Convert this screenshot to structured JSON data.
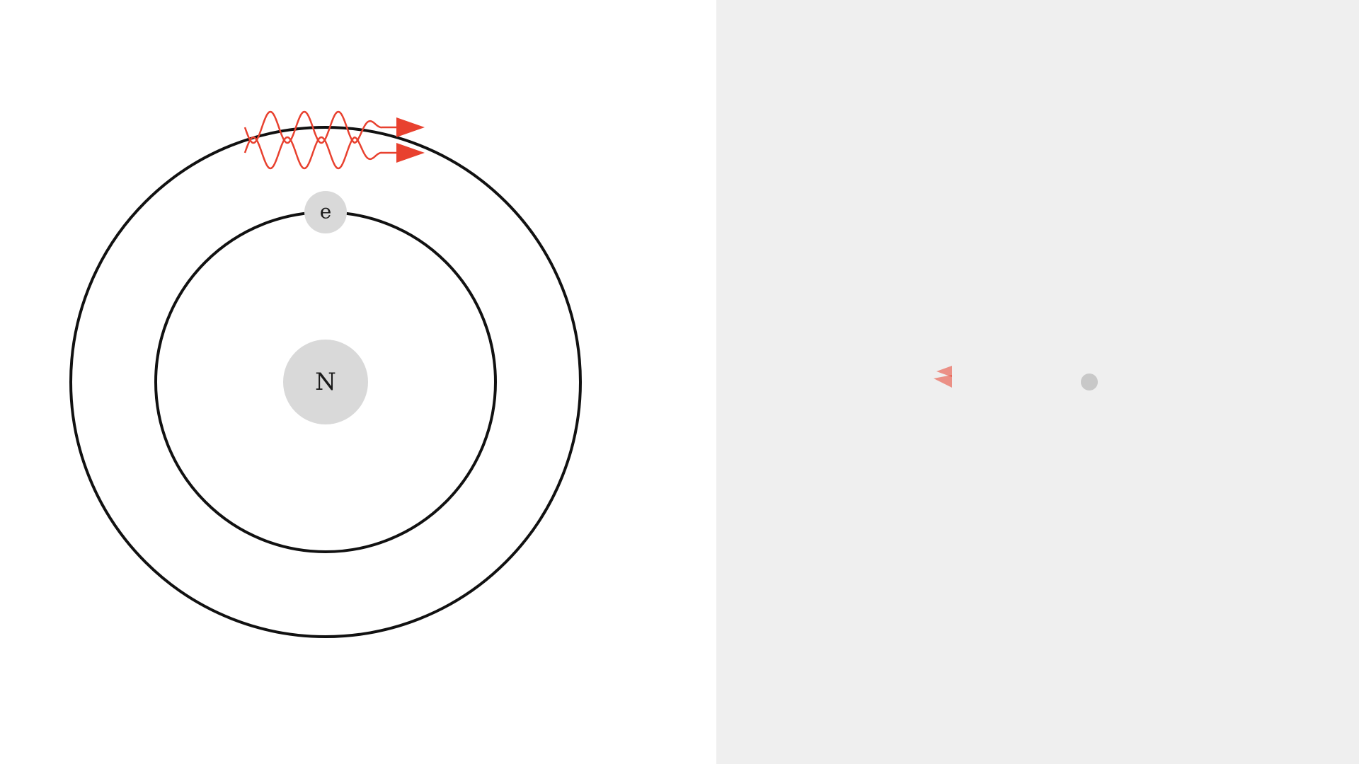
{
  "atom": {
    "nucleus_label": "N",
    "electron_label": "e"
  },
  "colors": {
    "photon": "#e8412f",
    "particle_fill": "#d9d9d9",
    "orbit_stroke": "#111111",
    "right_panel_bg": "#efefef",
    "left_panel_bg": "#ffffff",
    "minimap_dot": "#c8c8c8"
  },
  "photons": {
    "count": 2
  }
}
